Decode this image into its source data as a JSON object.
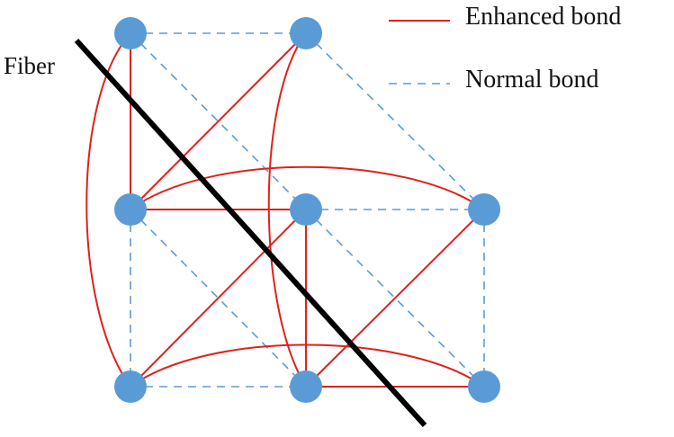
{
  "labels": {
    "fiber": "Fiber"
  },
  "legend": {
    "enhanced": "Enhanced bond",
    "normal": "Normal bond"
  },
  "colors": {
    "node": "#5b9bd5",
    "enhanced_bond": "#e0211b",
    "normal_bond": "#5b9bd5",
    "fiber": "#000000"
  }
}
